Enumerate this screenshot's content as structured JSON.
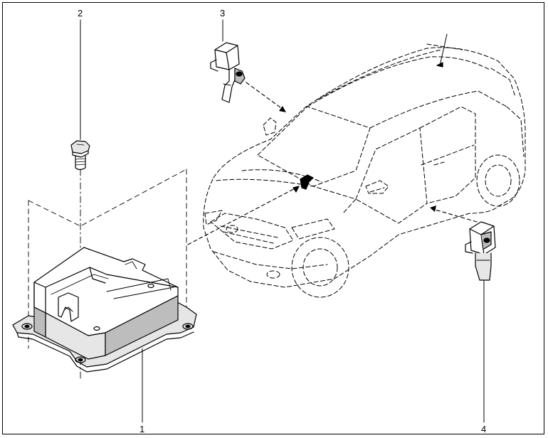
{
  "callouts": {
    "c1": "1",
    "c2": "2",
    "c3": "3",
    "c4": "4"
  },
  "colors": {
    "line": "#000000",
    "fill_light": "#e6e6e6",
    "fill_mid": "#bdbdbd",
    "background": "#ffffff"
  }
}
